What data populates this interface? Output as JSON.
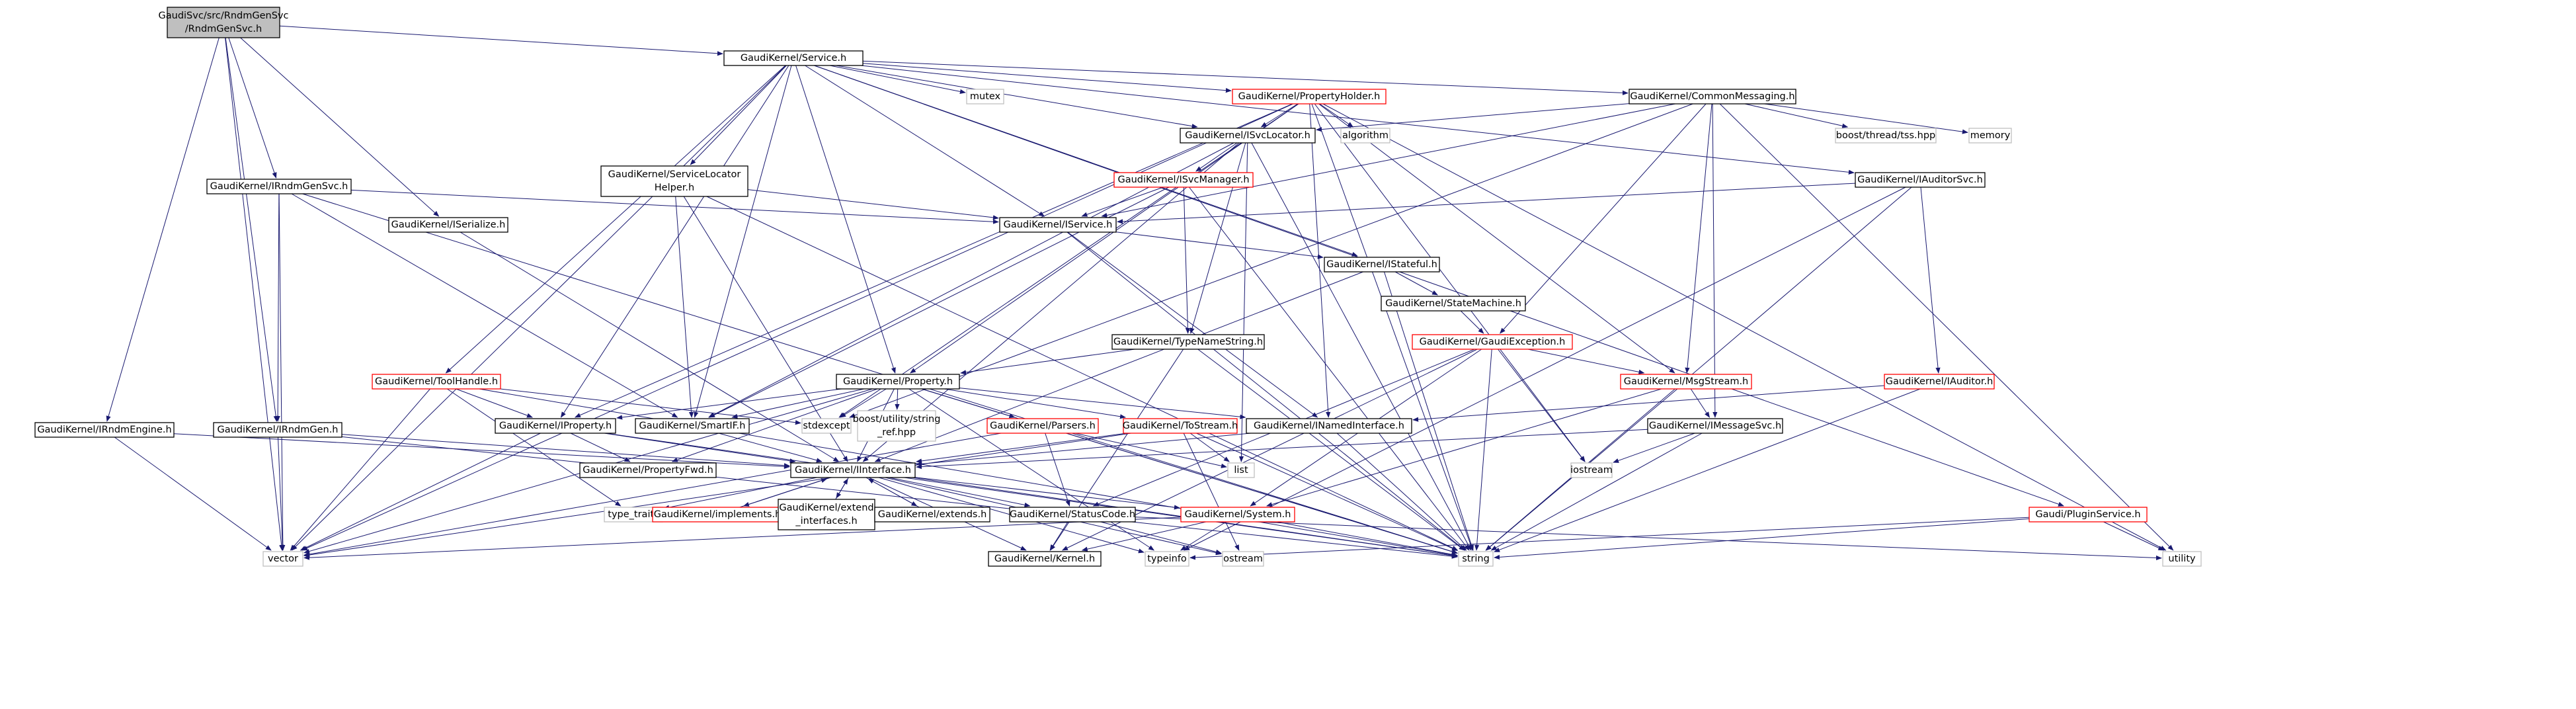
{
  "graph": {
    "title": "",
    "colors": {
      "edge": "#191970",
      "root_fill": "#bfbfbf",
      "linked": "#000000",
      "truncated": "#ff0000",
      "external": "#bfbfbf"
    },
    "nodes": [
      {
        "id": "root",
        "lines": [
          "GaudiSvc/src/RndmGenSvc",
          "/RndmGenSvc.h"
        ],
        "kind": "root"
      },
      {
        "id": "service",
        "lines": [
          "GaudiKernel/Service.h"
        ],
        "kind": "linked"
      },
      {
        "id": "irndmgensvc",
        "lines": [
          "GaudiKernel/IRndmGenSvc.h"
        ],
        "kind": "linked"
      },
      {
        "id": "iserialize",
        "lines": [
          "GaudiKernel/ISerialize.h"
        ],
        "kind": "linked"
      },
      {
        "id": "irndmengine",
        "lines": [
          "GaudiKernel/IRndmEngine.h"
        ],
        "kind": "linked"
      },
      {
        "id": "irndmgen",
        "lines": [
          "GaudiKernel/IRndmGen.h"
        ],
        "kind": "linked"
      },
      {
        "id": "mutex",
        "lines": [
          "mutex"
        ],
        "kind": "external"
      },
      {
        "id": "propertyholder",
        "lines": [
          "GaudiKernel/PropertyHolder.h"
        ],
        "kind": "truncated"
      },
      {
        "id": "commonmessaging",
        "lines": [
          "GaudiKernel/CommonMessaging.h"
        ],
        "kind": "linked"
      },
      {
        "id": "isvclocator",
        "lines": [
          "GaudiKernel/ISvcLocator.h"
        ],
        "kind": "linked"
      },
      {
        "id": "algorithm",
        "lines": [
          "algorithm"
        ],
        "kind": "external"
      },
      {
        "id": "boostthread",
        "lines": [
          "boost/thread/tss.hpp"
        ],
        "kind": "external"
      },
      {
        "id": "memory",
        "lines": [
          "memory"
        ],
        "kind": "external"
      },
      {
        "id": "servicelocatorhelper",
        "lines": [
          "GaudiKernel/ServiceLocator",
          "Helper.h"
        ],
        "kind": "linked"
      },
      {
        "id": "isvcmanager",
        "lines": [
          "GaudiKernel/ISvcManager.h"
        ],
        "kind": "truncated"
      },
      {
        "id": "iauditorsvc",
        "lines": [
          "GaudiKernel/IAuditorSvc.h"
        ],
        "kind": "linked"
      },
      {
        "id": "iservice",
        "lines": [
          "GaudiKernel/IService.h"
        ],
        "kind": "linked"
      },
      {
        "id": "istateful",
        "lines": [
          "GaudiKernel/IStateful.h"
        ],
        "kind": "linked"
      },
      {
        "id": "statemachine",
        "lines": [
          "GaudiKernel/StateMachine.h"
        ],
        "kind": "linked"
      },
      {
        "id": "typenamestring",
        "lines": [
          "GaudiKernel/TypeNameString.h"
        ],
        "kind": "linked"
      },
      {
        "id": "gaudiexception",
        "lines": [
          "GaudiKernel/GaudiException.h"
        ],
        "kind": "truncated"
      },
      {
        "id": "toolhandle",
        "lines": [
          "GaudiKernel/ToolHandle.h"
        ],
        "kind": "truncated"
      },
      {
        "id": "property",
        "lines": [
          "GaudiKernel/Property.h"
        ],
        "kind": "linked"
      },
      {
        "id": "msgstream",
        "lines": [
          "GaudiKernel/MsgStream.h"
        ],
        "kind": "truncated"
      },
      {
        "id": "iauditor",
        "lines": [
          "GaudiKernel/IAuditor.h"
        ],
        "kind": "truncated"
      },
      {
        "id": "iproperty",
        "lines": [
          "GaudiKernel/IProperty.h"
        ],
        "kind": "linked"
      },
      {
        "id": "smartif",
        "lines": [
          "GaudiKernel/SmartIF.h"
        ],
        "kind": "linked"
      },
      {
        "id": "stdexcept",
        "lines": [
          "stdexcept"
        ],
        "kind": "external"
      },
      {
        "id": "boostutility",
        "lines": [
          "boost/utility/string",
          "_ref.hpp"
        ],
        "kind": "external"
      },
      {
        "id": "parsers",
        "lines": [
          "GaudiKernel/Parsers.h"
        ],
        "kind": "truncated"
      },
      {
        "id": "tostream",
        "lines": [
          "GaudiKernel/ToStream.h"
        ],
        "kind": "truncated"
      },
      {
        "id": "inamedinterface",
        "lines": [
          "GaudiKernel/INamedInterface.h"
        ],
        "kind": "linked"
      },
      {
        "id": "imessagesvc",
        "lines": [
          "GaudiKernel/IMessageSvc.h"
        ],
        "kind": "linked"
      },
      {
        "id": "propertyfwd",
        "lines": [
          "GaudiKernel/PropertyFwd.h"
        ],
        "kind": "linked"
      },
      {
        "id": "iinterface",
        "lines": [
          "GaudiKernel/IInterface.h"
        ],
        "kind": "linked"
      },
      {
        "id": "list",
        "lines": [
          "list"
        ],
        "kind": "external"
      },
      {
        "id": "iostream",
        "lines": [
          "iostream"
        ],
        "kind": "external"
      },
      {
        "id": "typetraits",
        "lines": [
          "type_traits"
        ],
        "kind": "external"
      },
      {
        "id": "implements",
        "lines": [
          "GaudiKernel/implements.h"
        ],
        "kind": "truncated"
      },
      {
        "id": "extendinterfaces",
        "lines": [
          "GaudiKernel/extend",
          "_interfaces.h"
        ],
        "kind": "linked"
      },
      {
        "id": "extends",
        "lines": [
          "GaudiKernel/extends.h"
        ],
        "kind": "linked"
      },
      {
        "id": "statuscode",
        "lines": [
          "GaudiKernel/StatusCode.h"
        ],
        "kind": "linked"
      },
      {
        "id": "system",
        "lines": [
          "GaudiKernel/System.h"
        ],
        "kind": "truncated"
      },
      {
        "id": "pluginservice",
        "lines": [
          "Gaudi/PluginService.h"
        ],
        "kind": "truncated"
      },
      {
        "id": "vector",
        "lines": [
          "vector"
        ],
        "kind": "external"
      },
      {
        "id": "kernel",
        "lines": [
          "GaudiKernel/Kernel.h"
        ],
        "kind": "linked"
      },
      {
        "id": "typeinfo",
        "lines": [
          "typeinfo"
        ],
        "kind": "external"
      },
      {
        "id": "ostream",
        "lines": [
          "ostream"
        ],
        "kind": "external"
      },
      {
        "id": "string",
        "lines": [
          "string"
        ],
        "kind": "external"
      },
      {
        "id": "utility",
        "lines": [
          "utility"
        ],
        "kind": "external"
      }
    ],
    "edges": [
      [
        "root",
        "service"
      ],
      [
        "root",
        "irndmgensvc"
      ],
      [
        "root",
        "iserialize"
      ],
      [
        "root",
        "irndmengine"
      ],
      [
        "root",
        "irndmgen"
      ],
      [
        "root",
        "vector"
      ],
      [
        "service",
        "mutex"
      ],
      [
        "service",
        "propertyholder"
      ],
      [
        "service",
        "commonmessaging"
      ],
      [
        "service",
        "isvclocator"
      ],
      [
        "service",
        "servicelocatorhelper"
      ],
      [
        "service",
        "iservice"
      ],
      [
        "service",
        "istateful"
      ],
      [
        "service",
        "iauditorsvc"
      ],
      [
        "service",
        "toolhandle"
      ],
      [
        "service",
        "property"
      ],
      [
        "service",
        "iproperty"
      ],
      [
        "service",
        "smartif"
      ],
      [
        "service",
        "pluginservice"
      ],
      [
        "service",
        "vector"
      ],
      [
        "propertyholder",
        "isvclocator"
      ],
      [
        "propertyholder",
        "algorithm"
      ],
      [
        "propertyholder",
        "property"
      ],
      [
        "propertyholder",
        "iproperty"
      ],
      [
        "propertyholder",
        "inamedinterface"
      ],
      [
        "propertyholder",
        "msgstream"
      ],
      [
        "propertyholder",
        "stdexcept"
      ],
      [
        "propertyholder",
        "iostream"
      ],
      [
        "propertyholder",
        "utility"
      ],
      [
        "propertyholder",
        "string"
      ],
      [
        "propertyholder",
        "vector"
      ],
      [
        "commonmessaging",
        "boostthread"
      ],
      [
        "commonmessaging",
        "memory"
      ],
      [
        "commonmessaging",
        "isvclocator"
      ],
      [
        "commonmessaging",
        "iservice"
      ],
      [
        "commonmessaging",
        "msgstream"
      ],
      [
        "commonmessaging",
        "imessagesvc"
      ],
      [
        "commonmessaging",
        "gaudiexception"
      ],
      [
        "commonmessaging",
        "stdexcept"
      ],
      [
        "commonmessaging",
        "utility"
      ],
      [
        "isvclocator",
        "isvcmanager"
      ],
      [
        "isvclocator",
        "typenamestring"
      ],
      [
        "isvclocator",
        "iinterface"
      ],
      [
        "isvclocator",
        "smartif"
      ],
      [
        "isvclocator",
        "string"
      ],
      [
        "isvclocator",
        "list"
      ],
      [
        "isvcmanager",
        "iservice"
      ],
      [
        "isvcmanager",
        "typenamestring"
      ],
      [
        "isvcmanager",
        "smartif"
      ],
      [
        "isvcmanager",
        "string"
      ],
      [
        "servicelocatorhelper",
        "iservice"
      ],
      [
        "servicelocatorhelper",
        "smartif"
      ],
      [
        "servicelocatorhelper",
        "iinterface"
      ],
      [
        "servicelocatorhelper",
        "string"
      ],
      [
        "irndmgensvc",
        "iservice"
      ],
      [
        "irndmgensvc",
        "irndmgen"
      ],
      [
        "irndmgensvc",
        "smartif"
      ],
      [
        "irndmgensvc",
        "vector"
      ],
      [
        "irndmgensvc",
        "string"
      ],
      [
        "iserialize",
        "iinterface"
      ],
      [
        "irndmengine",
        "iinterface"
      ],
      [
        "irndmengine",
        "vector"
      ],
      [
        "irndmgen",
        "iinterface"
      ],
      [
        "irndmgen",
        "vector"
      ],
      [
        "irndmgen",
        "string"
      ],
      [
        "iauditorsvc",
        "iservice"
      ],
      [
        "iauditorsvc",
        "iauditor"
      ],
      [
        "iauditorsvc",
        "string"
      ],
      [
        "iauditorsvc",
        "typeinfo"
      ],
      [
        "iservice",
        "istateful"
      ],
      [
        "iservice",
        "inamedinterface"
      ],
      [
        "iservice",
        "string"
      ],
      [
        "istateful",
        "statemachine"
      ],
      [
        "istateful",
        "iinterface"
      ],
      [
        "istateful",
        "string"
      ],
      [
        "statemachine",
        "gaudiexception"
      ],
      [
        "typenamestring",
        "property"
      ],
      [
        "typenamestring",
        "kernel"
      ],
      [
        "typenamestring",
        "string"
      ],
      [
        "gaudiexception",
        "msgstream"
      ],
      [
        "gaudiexception",
        "statuscode"
      ],
      [
        "gaudiexception",
        "system"
      ],
      [
        "gaudiexception",
        "iostream"
      ],
      [
        "gaudiexception",
        "string"
      ],
      [
        "gaudiexception",
        "kernel"
      ],
      [
        "toolhandle",
        "iproperty"
      ],
      [
        "toolhandle",
        "typetraits"
      ],
      [
        "toolhandle",
        "stdexcept"
      ],
      [
        "toolhandle",
        "vector"
      ],
      [
        "toolhandle",
        "string"
      ],
      [
        "property",
        "iproperty"
      ],
      [
        "property",
        "smartif"
      ],
      [
        "property",
        "boostutility"
      ],
      [
        "property",
        "parsers"
      ],
      [
        "property",
        "tostream"
      ],
      [
        "property",
        "propertyfwd"
      ],
      [
        "property",
        "inamedinterface"
      ],
      [
        "property",
        "iinterface"
      ],
      [
        "property",
        "stdexcept"
      ],
      [
        "property",
        "string"
      ],
      [
        "property",
        "typeinfo"
      ],
      [
        "property",
        "vector"
      ],
      [
        "msgstream",
        "imessagesvc"
      ],
      [
        "msgstream",
        "string"
      ],
      [
        "msgstream",
        "system"
      ],
      [
        "iauditor",
        "inamedinterface"
      ],
      [
        "iauditor",
        "string"
      ],
      [
        "iproperty",
        "iinterface"
      ],
      [
        "iproperty",
        "propertyfwd"
      ],
      [
        "iproperty",
        "string"
      ],
      [
        "iproperty",
        "vector"
      ],
      [
        "smartif",
        "iinterface"
      ],
      [
        "parsers",
        "statuscode"
      ],
      [
        "parsers",
        "list"
      ],
      [
        "parsers",
        "string"
      ],
      [
        "parsers",
        "vector"
      ],
      [
        "tostream",
        "iinterface"
      ],
      [
        "tostream",
        "list"
      ],
      [
        "tostream",
        "string"
      ],
      [
        "tostream",
        "vector"
      ],
      [
        "tostream",
        "ostream"
      ],
      [
        "inamedinterface",
        "iinterface"
      ],
      [
        "inamedinterface",
        "string"
      ],
      [
        "imessagesvc",
        "iinterface"
      ],
      [
        "imessagesvc",
        "iostream"
      ],
      [
        "imessagesvc",
        "string"
      ],
      [
        "iinterface",
        "system"
      ],
      [
        "iinterface",
        "statuscode"
      ],
      [
        "iinterface",
        "kernel"
      ],
      [
        "iinterface",
        "typetraits"
      ],
      [
        "iinterface",
        "implements"
      ],
      [
        "iinterface",
        "extendinterfaces"
      ],
      [
        "iinterface",
        "extends"
      ],
      [
        "iinterface",
        "ostream"
      ],
      [
        "iinterface",
        "string"
      ],
      [
        "iinterface",
        "typeinfo"
      ],
      [
        "implements",
        "iinterface"
      ],
      [
        "extendinterfaces",
        "iinterface"
      ],
      [
        "extends",
        "iinterface"
      ],
      [
        "statuscode",
        "kernel"
      ],
      [
        "statuscode",
        "ostream"
      ],
      [
        "statuscode",
        "utility"
      ],
      [
        "system",
        "kernel"
      ],
      [
        "system",
        "typeinfo"
      ],
      [
        "system",
        "string"
      ],
      [
        "system",
        "vector"
      ],
      [
        "pluginservice",
        "string"
      ],
      [
        "pluginservice",
        "utility"
      ],
      [
        "pluginservice",
        "typeinfo"
      ]
    ]
  }
}
